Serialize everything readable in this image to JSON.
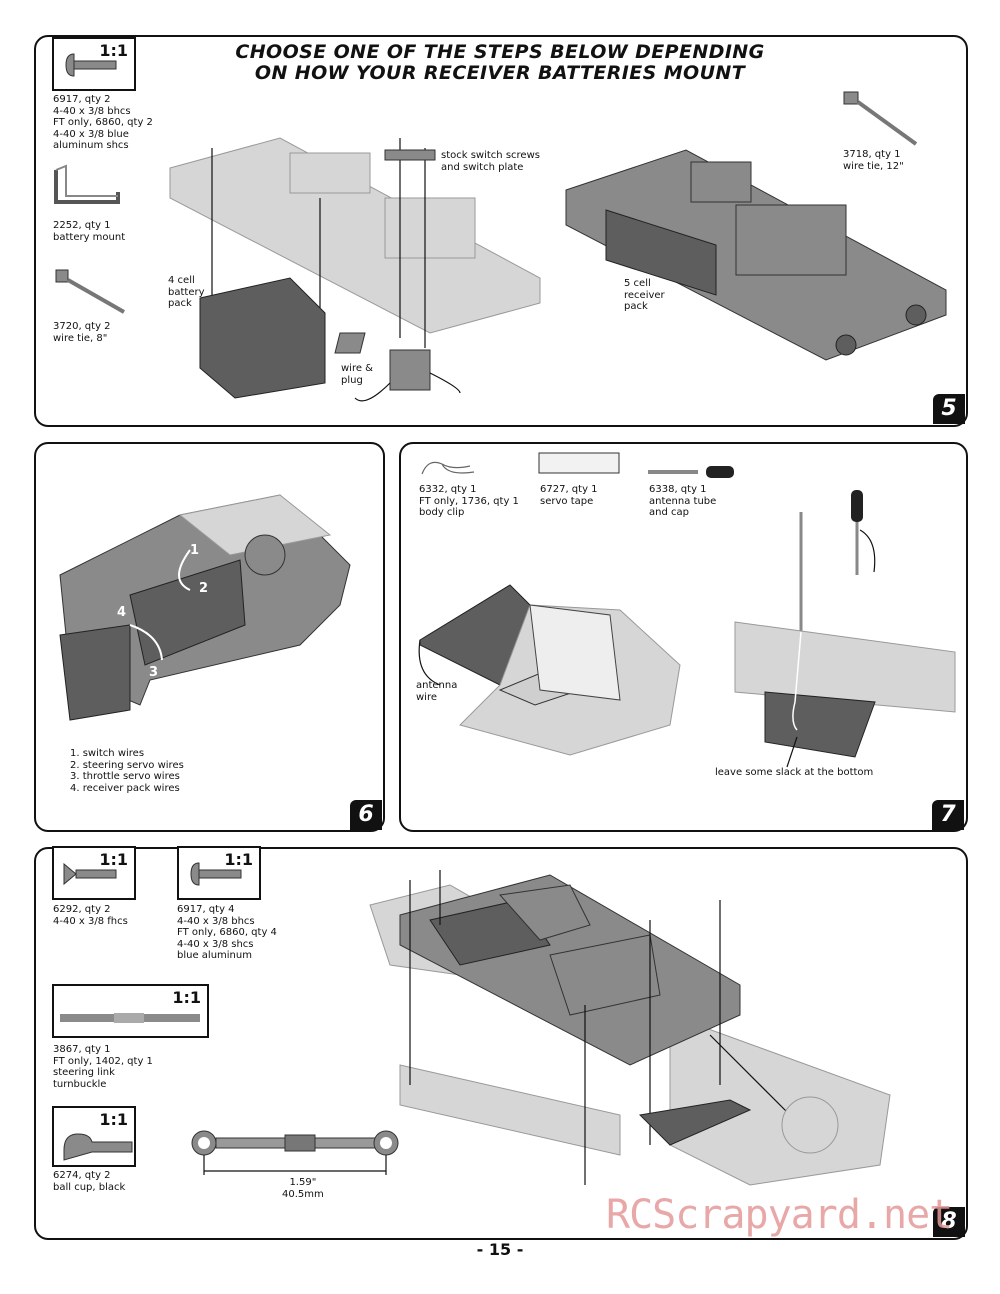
{
  "headline": {
    "line1": "CHOOSE ONE OF THE STEPS BELOW DEPENDING",
    "line2": "ON HOW YOUR RECEIVER BATTERIES MOUNT"
  },
  "step5": {
    "number": "5",
    "scale": "1:1",
    "part_6917": "6917, qty 2\n4-40 x 3/8 bhcs\nFT only, 6860, qty 2\n4-40 x 3/8 blue\naluminum shcs",
    "part_2252": "2252, qty 1\nbattery mount",
    "part_3720": "3720, qty 2\nwire tie, 8\"",
    "part_3718": "3718, qty 1\nwire tie, 12\"",
    "callout_switch": "stock switch screws\nand switch plate",
    "callout_4cell": "4 cell\nbattery\npack",
    "callout_5cell": "5 cell\nreceiver\npack",
    "callout_wire": "wire &\nplug"
  },
  "step6": {
    "number": "6",
    "markers": [
      "1",
      "2",
      "3",
      "4"
    ],
    "legend": "1. switch wires\n2. steering servo wires\n3. throttle servo wires\n4. receiver pack wires"
  },
  "step7": {
    "number": "7",
    "part_6332": "6332, qty 1\nFT only, 1736, qty 1\nbody clip",
    "part_6727": "6727, qty 1\nservo tape",
    "part_6338": "6338, qty 1\nantenna tube\nand cap",
    "callout_antenna": "antenna\nwire",
    "callout_slack": "leave some slack at the bottom"
  },
  "step8": {
    "number": "8",
    "scale": "1:1",
    "part_6292": "6292, qty 2\n4-40 x 3/8 fhcs",
    "part_6917": "6917, qty 4\n4-40 x 3/8 bhcs\nFT only, 6860, qty 4\n4-40 x 3/8 shcs\nblue aluminum",
    "part_3867": "3867, qty 1\nFT only, 1402, qty 1\nsteering link\nturnbuckle",
    "part_6274": "6274, qty 2\nball cup, black",
    "dimension": "1.59\"\n40.5mm"
  },
  "page_number": "- 15 -",
  "watermark": "RCScrapyard.net",
  "colors": {
    "part_gray": "#8a8a8a",
    "dark_gray": "#5e5e5e",
    "light_gray": "#d6d6d6",
    "watermark": "#e49a9a"
  }
}
